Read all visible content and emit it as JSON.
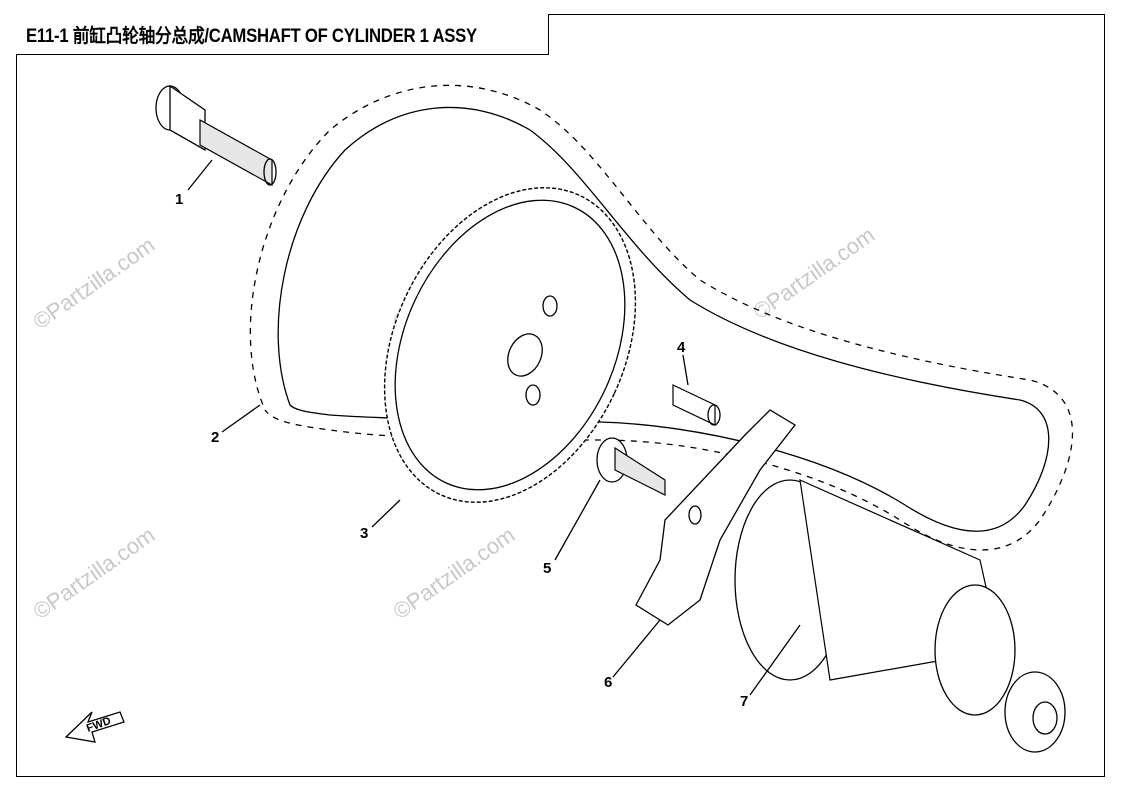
{
  "title": "E11-1 前缸凸轮轴分总成/CAMSHAFT OF CYLINDER 1 ASSY",
  "watermark": "©Partzilla.com",
  "callouts": [
    {
      "label": "1",
      "part": "bolt"
    },
    {
      "label": "2",
      "part": "timing-chain"
    },
    {
      "label": "3",
      "part": "camshaft-sprocket"
    },
    {
      "label": "4",
      "part": "dowel-pin"
    },
    {
      "label": "5",
      "part": "stud-bolt"
    },
    {
      "label": "6",
      "part": "plate"
    },
    {
      "label": "7",
      "part": "camshaft"
    }
  ],
  "fwd_label": "FWD"
}
